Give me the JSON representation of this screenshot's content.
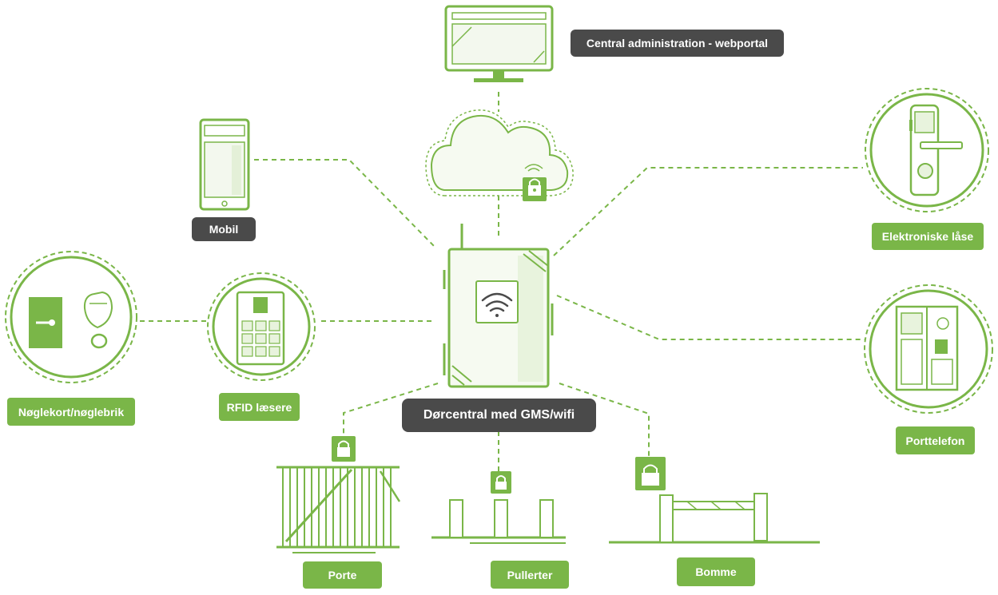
{
  "colors": {
    "accent": "#7ab648",
    "accent_light": "#e8f3dd",
    "dark_label": "#4a4a4a",
    "label_text": "#ffffff"
  },
  "labels": {
    "central_admin": "Central administration - webportal",
    "mobil": "Mobil",
    "doorcentral": "Dørcentral med GMS/wifi",
    "elektroniske": "Elektroniske låse",
    "porttelefon": "Porttelefon",
    "noglekort": "Nøglekort/nøglebrik",
    "rfid": "RFID læsere",
    "porte": "Porte",
    "pullerter": "Pullerter",
    "bomme": "Bomme"
  },
  "icons": {
    "monitor": "monitor-icon",
    "cloud": "cloud-icon",
    "lock": "padlock-icon",
    "mobile": "mobile-phone-icon",
    "controller": "door-controller-icon",
    "wifi": "wifi-icon",
    "door_lock": "electronic-door-lock-icon",
    "intercom": "intercom-icon",
    "keycard": "keycard-icon",
    "keyfob": "key-fob-icon",
    "rfid": "rfid-reader-icon",
    "gate": "gate-icon",
    "bollards": "bollards-icon",
    "barrier": "barrier-icon"
  }
}
